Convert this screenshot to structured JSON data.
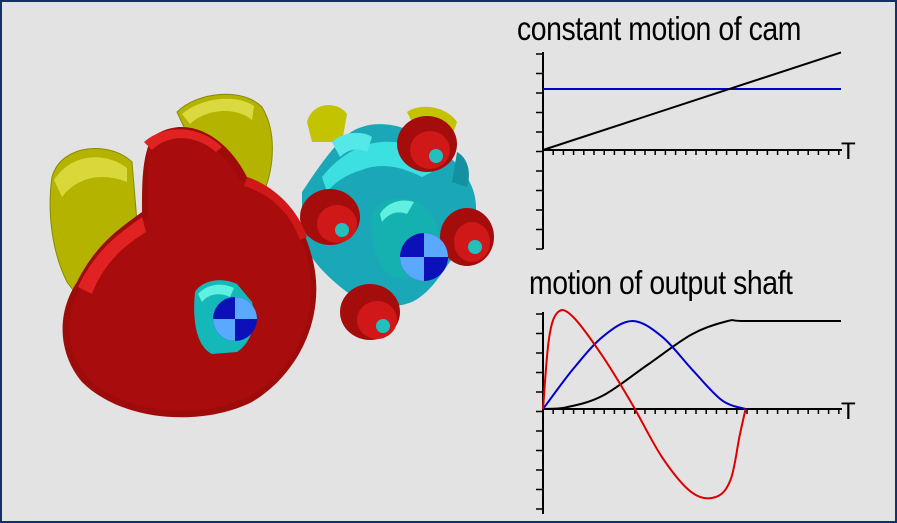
{
  "plots": {
    "top": {
      "title": "constant motion of cam",
      "x_label": "T"
    },
    "bottom": {
      "title": "motion of output shaft",
      "x_label": "T"
    }
  },
  "chart_data": [
    {
      "type": "line",
      "title": "constant motion of cam",
      "xlabel": "T",
      "series": [
        {
          "color": "#0000cc",
          "values": [
            1,
            1
          ],
          "x": [
            0,
            1
          ]
        },
        {
          "color": "#000000",
          "values": [
            0,
            1.6
          ],
          "x": [
            0,
            1
          ]
        }
      ]
    },
    {
      "type": "line",
      "title": "motion of output shaft",
      "xlabel": "T",
      "series": [
        {
          "color": "#000000",
          "x": [
            0,
            0.08,
            0.2,
            0.35,
            0.5,
            0.62,
            0.68,
            1
          ],
          "values": [
            0,
            0.02,
            0.15,
            0.5,
            0.85,
            1,
            1,
            1
          ]
        },
        {
          "color": "#0000cc",
          "x": [
            0,
            0.1,
            0.2,
            0.3,
            0.4,
            0.5,
            0.6,
            0.68
          ],
          "values": [
            0,
            0.45,
            0.82,
            1,
            0.82,
            0.45,
            0.1,
            0
          ]
        },
        {
          "color": "#dd0000",
          "x": [
            0,
            0.02,
            0.05,
            0.1,
            0.2,
            0.3,
            0.4,
            0.5,
            0.58,
            0.63,
            0.66,
            0.68
          ],
          "values": [
            0,
            0.8,
            1.1,
            1.05,
            0.6,
            0.05,
            -0.55,
            -0.95,
            -1.0,
            -0.8,
            -0.3,
            0
          ]
        }
      ]
    }
  ],
  "colors": {
    "cam_red": "#a50d0d",
    "cam_red_highlight": "#e02020",
    "cam_yellow": "#b8b800",
    "star_cyan": "#2cc4c4",
    "hub_blue": "#0c10b8",
    "frame_border": "#14306a"
  }
}
